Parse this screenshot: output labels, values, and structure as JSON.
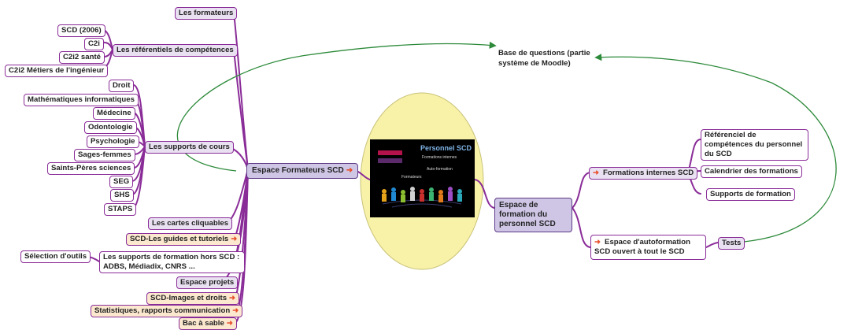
{
  "left_items": {
    "formateurs": "Les formateurs",
    "referentiels": "Les référentiels de compétences",
    "supports_cours": "Les supports de cours",
    "cartes": "Les cartes cliquables",
    "guides": "SCD-Les guides et tutoriels",
    "supports_hors": "Les supports de formation hors SCD : ADBS, Médiadix, CNRS ...",
    "selection": "Sélection d'outils",
    "espace_projets": "Espace projets",
    "images_droits": "SCD-Images et droits",
    "statistiques": "Statistiques, rapports communication",
    "bac": "Bac à sable"
  },
  "referentiels_children": [
    "SCD (2006)",
    "C2i",
    "C2i2 santé",
    "C2i2 Métiers de l'ingénieur"
  ],
  "supports_children": [
    "Droit",
    "Mathématiques informatiques",
    "Médecine",
    "Odontologie",
    "Psychologie",
    "Sages-femmes",
    "Saints-Pères sciences",
    "SEG",
    "SHS",
    "STAPS"
  ],
  "central": {
    "formateurs": "Espace Formateurs SCD",
    "personnel": "Espace de formation du personnel SCD"
  },
  "image": {
    "title": "Personnel SCD",
    "labels": [
      "Formations internes",
      "Auto-formation",
      "Formateurs"
    ]
  },
  "right_items": {
    "internes": "Formations internes SCD",
    "referentiel": "Référenciel de compétences du personnel du SCD",
    "calendrier": "Calendrier des formations",
    "supports": "Supports de formation",
    "autoformation": "Espace d'autoformation SCD ouvert à tout le SCD",
    "tests": "Tests"
  },
  "base_questions": "Base de questions (partie système de Moodle)",
  "arrow_glyph": "➜",
  "colors": {
    "branch": "#8a2c98",
    "link": "#2d8a3a",
    "bubble": "#f7f2a8",
    "lilac": "#e9e1f1",
    "orange": "#fbe8cf",
    "central": "#cfc6e6"
  }
}
